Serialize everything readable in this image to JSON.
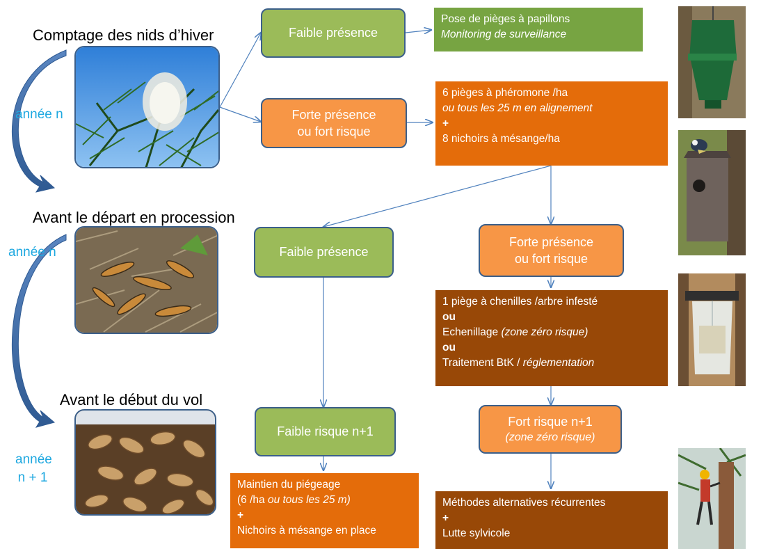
{
  "stages": {
    "winter_count": "Comptage des nids d’hiver",
    "before_procession": "Avant le départ en procession",
    "before_flight": "Avant le début du vol"
  },
  "years": {
    "year_n_1": "année n",
    "year_n_2": "année n",
    "year_n1_a": "année",
    "year_n1_b": "n + 1"
  },
  "nodes": {
    "low_presence_1": "Faible présence",
    "high_presence_1_a": "Forte présence",
    "high_presence_1_b": "ou fort risque",
    "low_presence_2": "Faible présence",
    "high_presence_2_a": "Forte présence",
    "high_presence_2_b": "ou fort risque",
    "low_risk": "Faible risque n+1",
    "high_risk_a": "Fort risque n+1",
    "high_risk_b": "(zone zéro risque)"
  },
  "actions": {
    "monitoring": {
      "line1": "Pose de pièges à papillons",
      "line2": "Monitoring de surveillance"
    },
    "pheromone": {
      "line1": "6 pièges à phéromone /ha",
      "line2": "ou tous les 25 m en alignement",
      "plus": "+",
      "line3": "8 nichoirs à mésange/ha"
    },
    "caterpillar": {
      "line1": "1 piège à chenilles /arbre infesté",
      "or1": "ou",
      "line2a": "Echenillage ",
      "line2b": "(zone zéro risque)",
      "or2": "ou",
      "line3a": "Traitement BtK / ",
      "line3b": "réglementation"
    },
    "maintain": {
      "line1": "Maintien du piégeage",
      "line2a": "(6 /ha ",
      "line2b": "ou tous les 25 m)",
      "plus": "+",
      "line3": "Nichoirs à mésange en place"
    },
    "alternative": {
      "line1": "Méthodes alternatives récurrentes",
      "plus": "+",
      "line2": "Lutte sylvicole"
    }
  },
  "colors": {
    "green_node": "#9bbb59",
    "orange_node": "#f79646",
    "green_action": "#77a442",
    "orange_action": "#e46c0a",
    "brown_action": "#984807",
    "arrow": "#4f81bd",
    "year_text": "#1ea8e0"
  }
}
